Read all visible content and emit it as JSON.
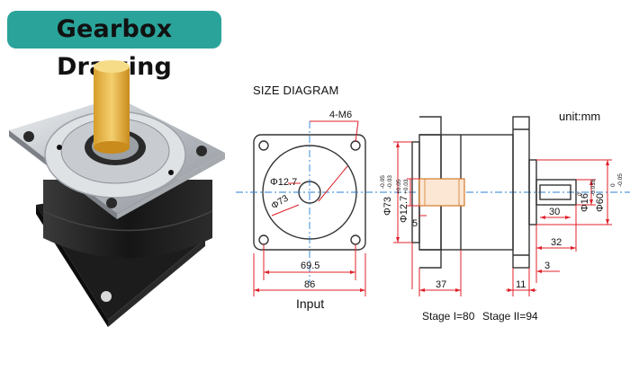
{
  "title": "Gearbox Drawing",
  "size_diagram_label": "SIZE DIAGRAM",
  "unit_label": "unit:mm",
  "input_label": "Input",
  "stage_labels": [
    "Stage I=80",
    "Stage II=94"
  ],
  "front_view": {
    "hole_callout": "4-M6",
    "bore_dia": "Φ12.7",
    "pcd": "Φ73",
    "hole_spacing": "69.5",
    "flange_width": "86"
  },
  "side_view": {
    "pilot_dia": "Φ73",
    "pilot_tol_upper": "-0.05",
    "pilot_tol_lower": "-0.03",
    "bore_dia": "Φ12.7",
    "bore_tol_upper": "+0.05",
    "bore_tol_lower": "+0.03",
    "pilot_depth": "5",
    "input_length": "37",
    "flange_thickness": "11",
    "shaft_dia": "Φ16",
    "shaft_tol_upper": "0",
    "shaft_tol_lower": "-0.018",
    "boss_dia": "Φ60",
    "boss_tol_upper": "0",
    "boss_tol_lower": "-0.05",
    "key_length": "30",
    "shaft_length": "32",
    "boss_height": "3"
  },
  "colors": {
    "badge": "#2aa39a",
    "outline": "#333333",
    "dimension": "#e0202a",
    "centerline": "#2a7fd4",
    "shaft": "#e6b64a",
    "housing": "#222222",
    "flange": "#c9cdd2"
  }
}
